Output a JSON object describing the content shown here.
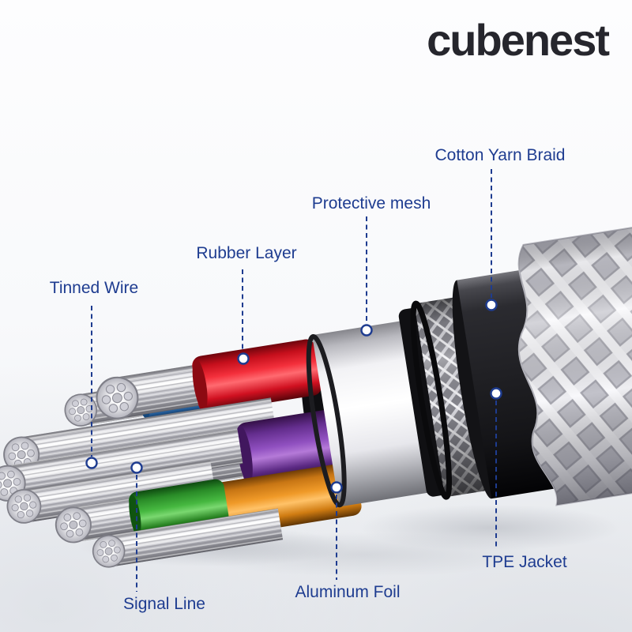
{
  "brand": {
    "name": "cubenest",
    "color": "#26262d"
  },
  "figure": {
    "type": "cable-cross-section-diagram",
    "labels": [
      {
        "id": "tinned-wire",
        "text": "Tinned Wire"
      },
      {
        "id": "rubber-layer",
        "text": "Rubber Layer"
      },
      {
        "id": "protective-mesh",
        "text": "Protective mesh"
      },
      {
        "id": "cotton-yarn-braid",
        "text": "Cotton Yarn Braid"
      },
      {
        "id": "signal-line",
        "text": "Signal Line"
      },
      {
        "id": "aluminum-foil",
        "text": "Aluminum Foil"
      },
      {
        "id": "tpe-jacket",
        "text": "TPE Jacket"
      }
    ],
    "label_color": "#1e3c90",
    "leader_line_color": "#1e3c90",
    "layer_colors": {
      "wire_insulation": {
        "red": "#e01020",
        "blue": "#2e7ecf",
        "purple": "#7a3fae",
        "orange": "#ec9213",
        "green": "#3aa433",
        "yellow": "#a88f2a"
      },
      "tinned_wire": "#c9c9d0",
      "aluminum_foil": "#f2f2f5",
      "protective_mesh": "#b9b9c1",
      "tpe_jacket": "#232327",
      "cotton_yarn_braid": "#e9e9ee"
    }
  }
}
